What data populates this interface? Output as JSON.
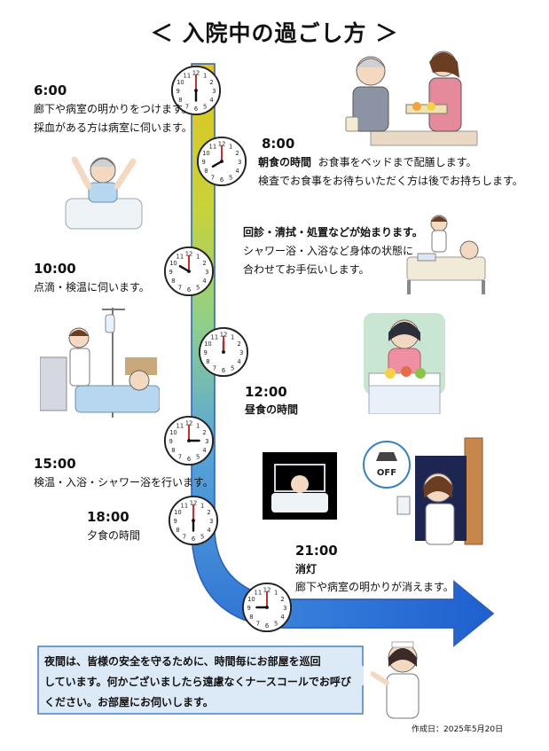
{
  "title": "＜ 入院中の過ごし方 ＞",
  "schedule": {
    "t0600": {
      "time": "6:00",
      "line1": "廊下や病室の明かりをつけます。",
      "line2": "採血がある方は病室に伺います。"
    },
    "t0800": {
      "time": "8:00",
      "heading": "朝食の時間",
      "line1_rest": "お食事をベッドまで配膳します。",
      "line2": "検査でお食事をお待ちいただく方は後でお持ちします。"
    },
    "rounds": {
      "line1": "回診・清拭・処置などが始まります。",
      "line2": "シャワー浴・入浴など身体の状態に",
      "line3": "合わせてお手伝いします。"
    },
    "t1000": {
      "time": "10:00",
      "line1": "点滴・検温に伺います。"
    },
    "t1200": {
      "time": "12:00",
      "heading": "昼食の時間"
    },
    "t1500": {
      "time": "15:00",
      "line1": "検温・入浴・シャワー浴を行います。"
    },
    "t1800": {
      "time": "18:00",
      "line1": "夕食の時間"
    },
    "t2100": {
      "time": "21:00",
      "heading": "消灯",
      "line1": "廊下や病室の明かりが消えます。"
    }
  },
  "off_sign": "OFF",
  "notice": {
    "line1": "夜間は、皆様の安全を守るために、時間毎にお部屋を巡回",
    "line2": "しています。何かございましたら遠慮なくナースコールでお呼び",
    "line3": "ください。お部屋にお伺いします。"
  },
  "created": "作成日：2025年5月20日",
  "colors": {
    "arrow_top": "#e8c930",
    "arrow_mid": "#8fcf8a",
    "arrow_bottom": "#2c6fd6",
    "callout_bg": "#dce9f7",
    "callout_border": "#4a7fc1"
  },
  "clocks": [
    {
      "name": "clock-6",
      "hour": 6,
      "minute": 0
    },
    {
      "name": "clock-8",
      "hour": 8,
      "minute": 0
    },
    {
      "name": "clock-10",
      "hour": 10,
      "minute": 0
    },
    {
      "name": "clock-12",
      "hour": 12,
      "minute": 0
    },
    {
      "name": "clock-15",
      "hour": 15,
      "minute": 0
    },
    {
      "name": "clock-18",
      "hour": 18,
      "minute": 0
    },
    {
      "name": "clock-21",
      "hour": 21,
      "minute": 0
    }
  ]
}
